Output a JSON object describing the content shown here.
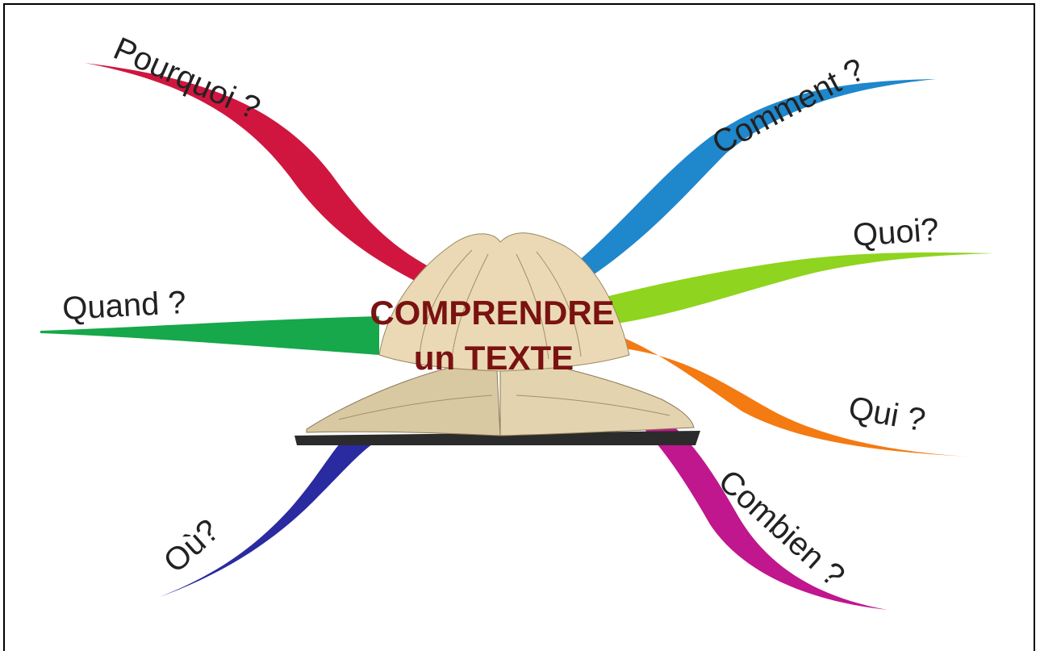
{
  "center": {
    "line1": "COMPRENDRE",
    "line2": "un TEXTE"
  },
  "branches": [
    {
      "id": "pourquoi",
      "label": "Pourquoi ?",
      "color": "#d0163f"
    },
    {
      "id": "comment",
      "label": "Comment ?",
      "color": "#1f87cc"
    },
    {
      "id": "quoi",
      "label": "Quoi?",
      "color": "#8fd41e"
    },
    {
      "id": "quand",
      "label": "Quand ?",
      "color": "#16a84a"
    },
    {
      "id": "qui",
      "label": "Qui ?",
      "color": "#f47a12"
    },
    {
      "id": "ou",
      "label": "Où?",
      "color": "#2a2ba0"
    },
    {
      "id": "combien",
      "label": "Combien ?",
      "color": "#c0168e"
    }
  ],
  "colors": {
    "title": "#7a1212",
    "label_text": "#222222",
    "frame": "#000000"
  }
}
